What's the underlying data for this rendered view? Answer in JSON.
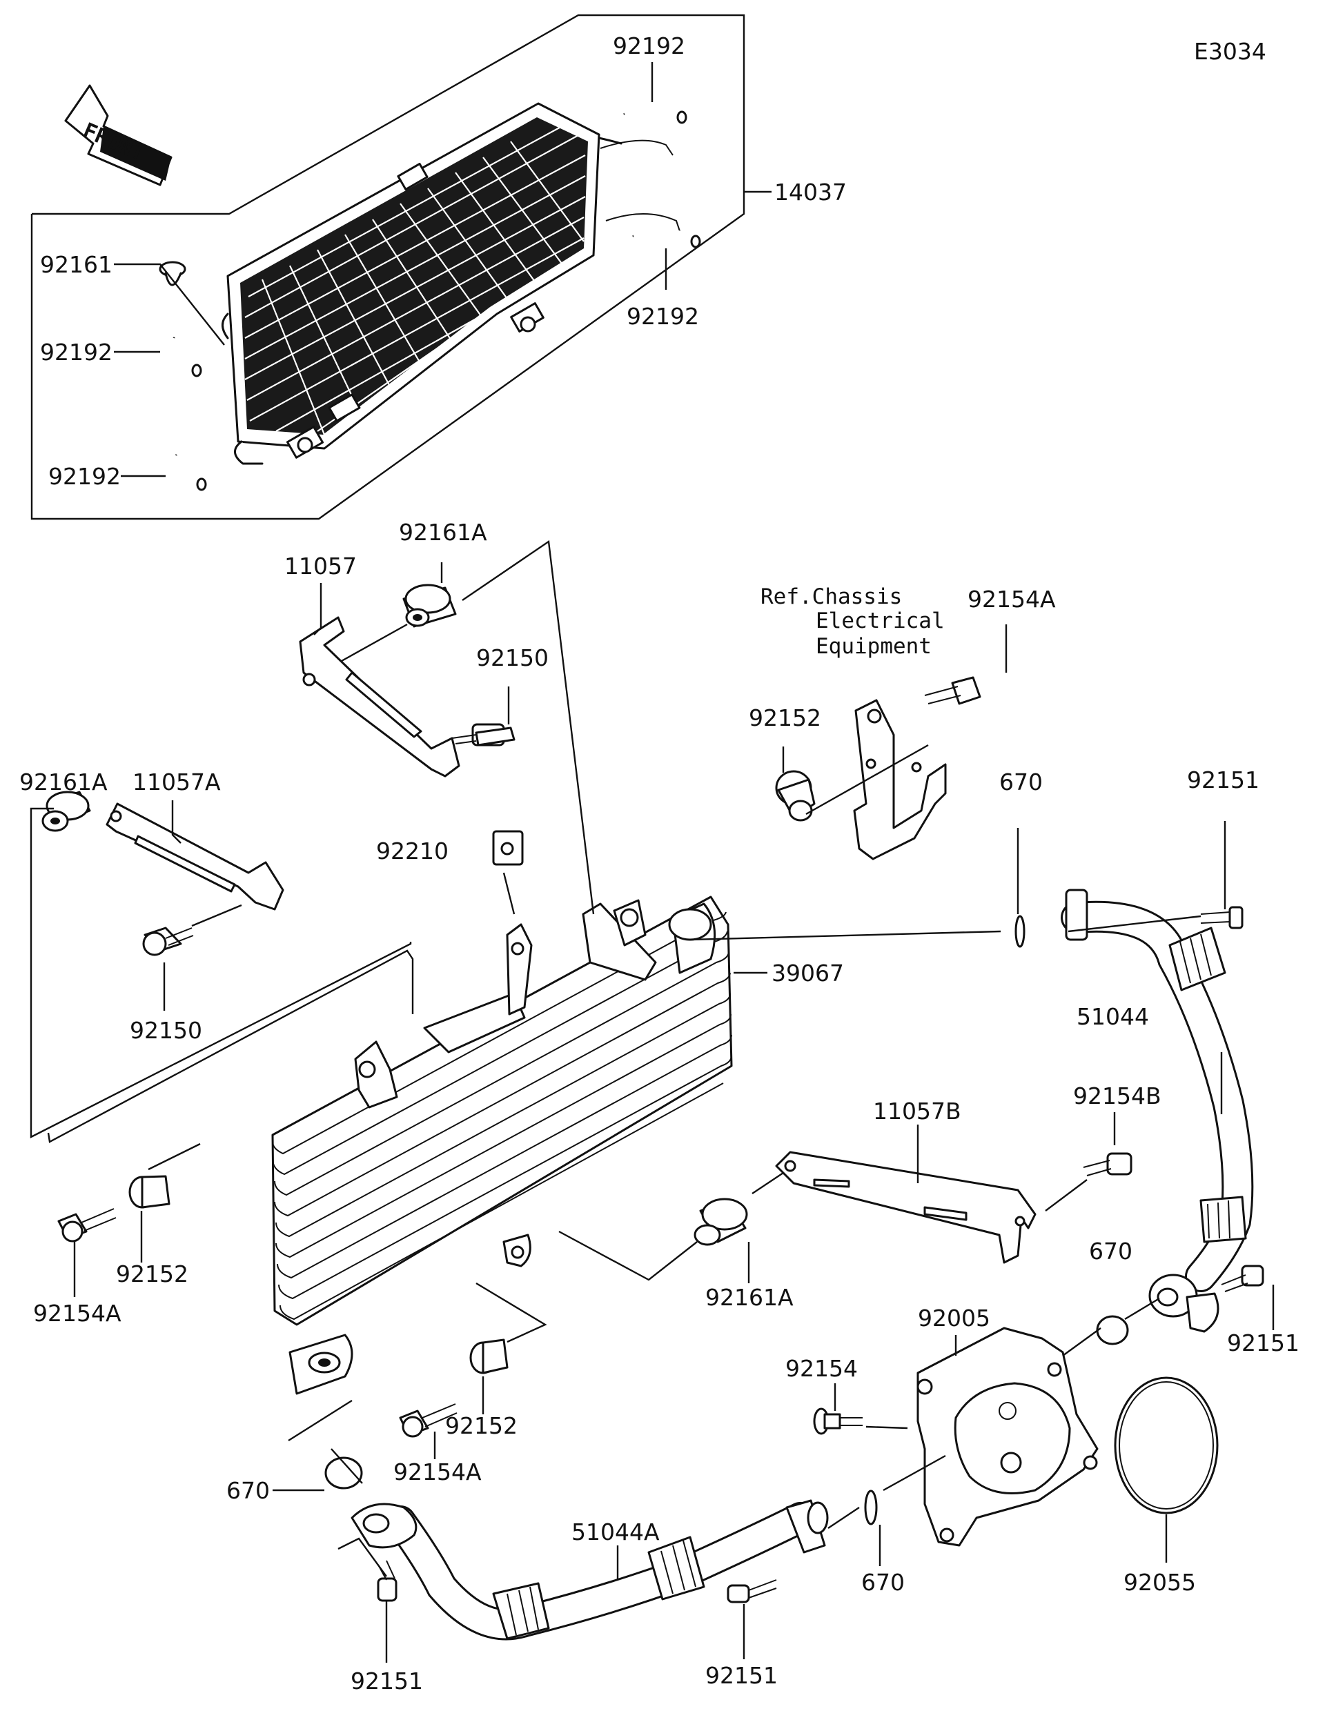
{
  "diagram_code": "E3034",
  "front_arrow_label": "FRONT",
  "reference_note": {
    "line1": "Ref.Chassis",
    "line2": "Electrical",
    "line3": "Equipment"
  },
  "callouts": {
    "c92192_top": "92192",
    "c14037": "14037",
    "c92192_right": "92192",
    "c92161": "92161",
    "c92192_left1": "92192",
    "c92192_left2": "92192",
    "c92161A_top": "92161A",
    "c11057": "11057",
    "c92150_top": "92150",
    "c92154A_top": "92154A",
    "c92152_top": "92152",
    "c670_top": "670",
    "c92151_top": "92151",
    "c92161A_left": "92161A",
    "c11057A": "11057A",
    "c92210": "92210",
    "c39067": "39067",
    "c92150_left": "92150",
    "c51044": "51044",
    "c92154B": "92154B",
    "c11057B": "11057B",
    "c92154A_left": "92154A",
    "c92152_left": "92152",
    "c92161A_mid": "92161A",
    "c670_right": "670",
    "c92005": "92005",
    "c92154": "92154",
    "c92151_right": "92151",
    "c92152_bottom": "92152",
    "c92154A_bottom": "92154A",
    "c670_left": "670",
    "c51044A": "51044A",
    "c670_bottom": "670",
    "c92055": "92055",
    "c92151_bl": "92151",
    "c92151_bm": "92151"
  }
}
